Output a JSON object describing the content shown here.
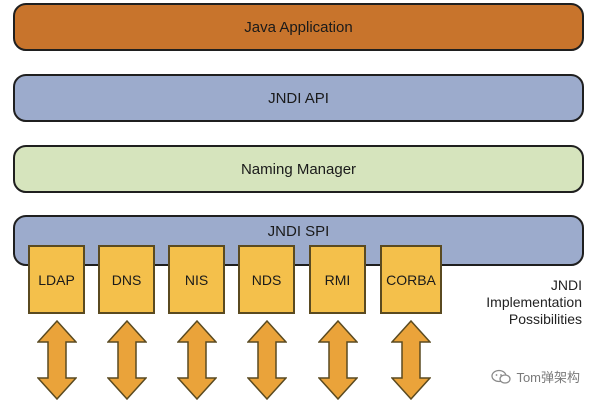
{
  "layers": {
    "app": "Java Application",
    "api": "JNDI API",
    "naming_manager": "Naming Manager",
    "spi": "JNDI SPI"
  },
  "implementations": [
    "LDAP",
    "DNS",
    "NIS",
    "NDS",
    "RMI",
    "CORBA"
  ],
  "implementation_caption": [
    "JNDI",
    "Implementation",
    "Possibilities"
  ],
  "watermark": {
    "icon": "wechat-icon",
    "text": "Tom弹架构"
  },
  "colors": {
    "app": "#c8742c",
    "api": "#9cabcc",
    "naming_manager": "#d6e4bd",
    "spi": "#9cabcc",
    "impl": "#f4c04b",
    "arrow": "#eaa33a"
  }
}
